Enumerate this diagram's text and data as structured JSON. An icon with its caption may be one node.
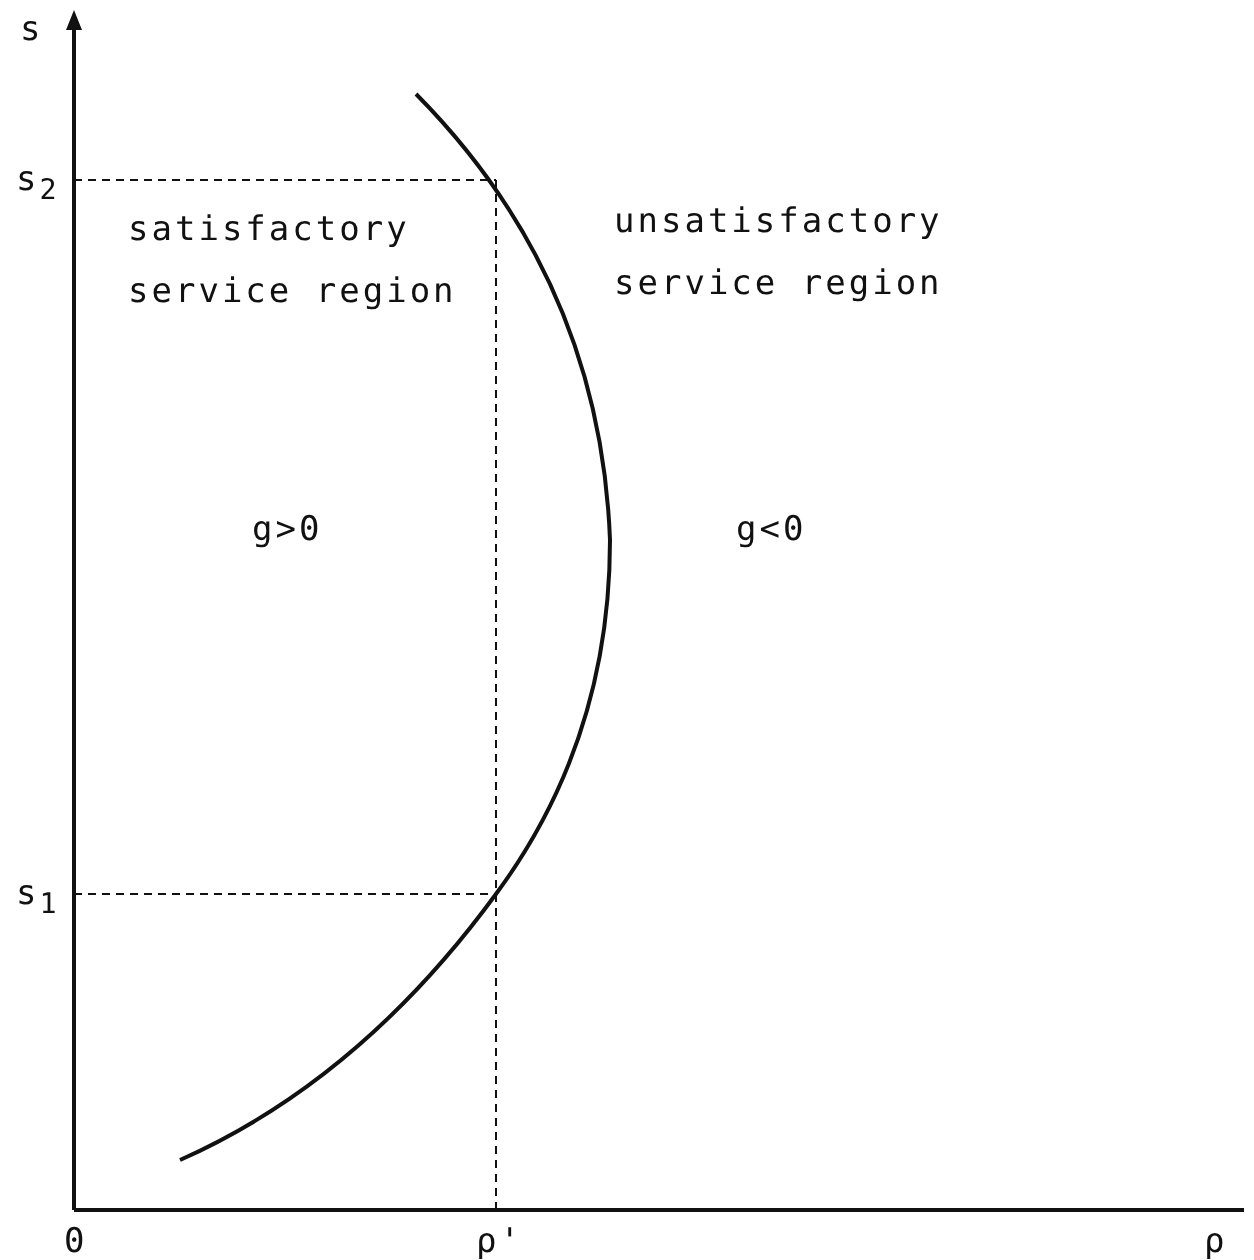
{
  "diagram": {
    "labels": [
      "s",
      "s$_{2}$",
      "satisfactory service region",
      "unsatisfactory service region",
      "g>0",
      "g<0",
      "s$_{1}$",
      "0",
      "ρ'",
      "ρ"
    ]
  }
}
